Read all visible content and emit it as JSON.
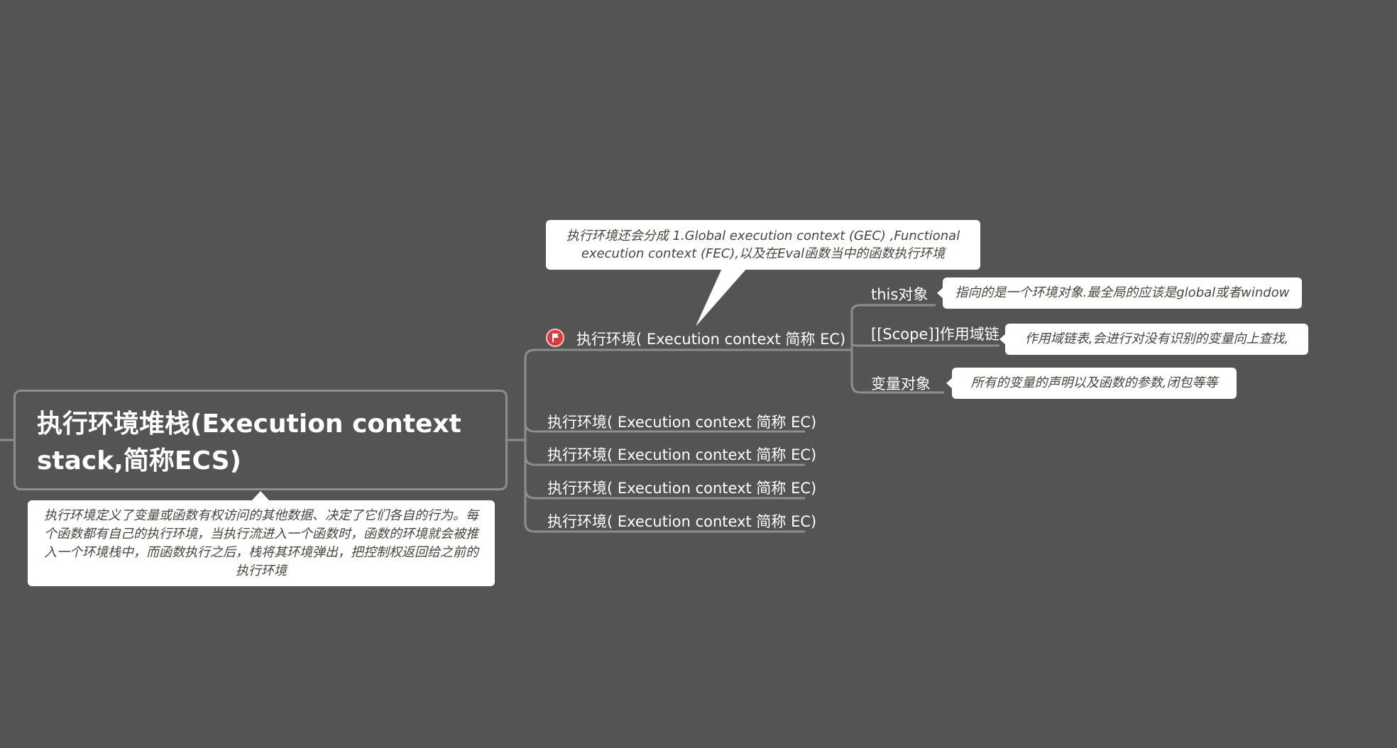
{
  "root": {
    "title": "执行环境堆栈(Execution context stack,简称ECS)",
    "note": "执行环境定义了变量或函数有权访问的其他数据、决定了它们各自的行为。每个函数都有自己的执行环境，当执行流进入一个函数时，函数的环境就会被推入一个环境栈中，而函数执行之后，栈将其环境弹出，把控制权返回给之前的执行环境"
  },
  "main_branch": {
    "label": "执行环境( Execution context 简称 EC)",
    "flag_icon": "flag-icon",
    "callout": "执行环境还会分成 1.Global execution context (GEC) ,Functional execution context (FEC),以及在Eval函数当中的函数执行环境",
    "children": [
      {
        "label": "this对象",
        "note": "指向的是一个环境对象.最全局的应该是global或者window"
      },
      {
        "label": "[[Scope]]作用域链",
        "note": "作用域链表,会进行对没有识别的变量向上查找,"
      },
      {
        "label": "变量对象",
        "note": "所有的变量的声明以及函数的参数,闭包等等"
      }
    ]
  },
  "branches": [
    {
      "label": "执行环境( Execution context 简称 EC)"
    },
    {
      "label": "执行环境( Execution context 简称 EC)"
    },
    {
      "label": "执行环境( Execution context 简称 EC)"
    },
    {
      "label": "执行环境( Execution context 简称 EC)"
    }
  ],
  "colors": {
    "background": "#545553",
    "line": "#8d8f8c",
    "note_text": "#3e4a3a",
    "flag": "#d63d3d"
  }
}
